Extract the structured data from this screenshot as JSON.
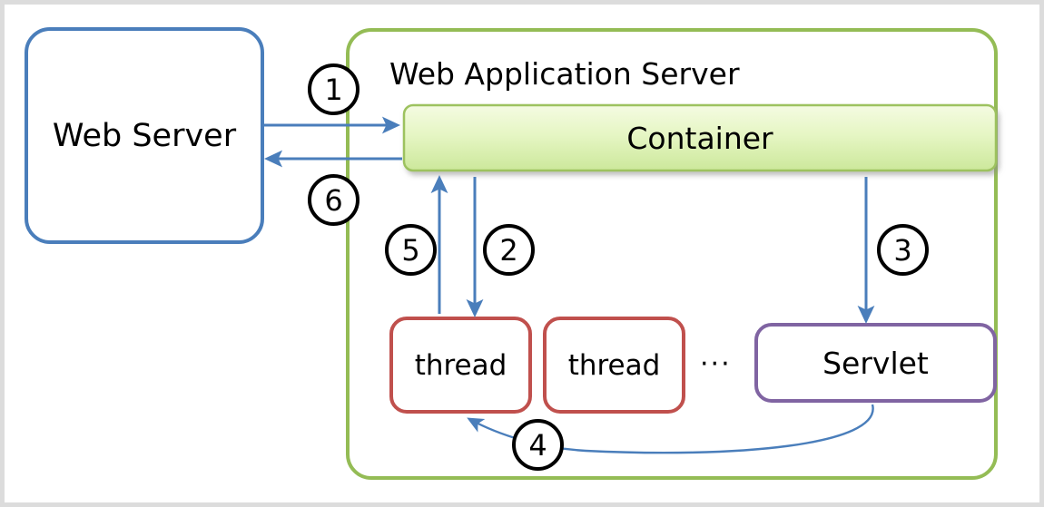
{
  "diagram": {
    "title_text": "Web Application Server",
    "nodes": {
      "web_server": {
        "label": "Web Server",
        "border_color": "#4A7EBB"
      },
      "container": {
        "label": "Container",
        "border_color": "#94BC55",
        "fill_top": "#F2FADD",
        "fill_bottom": "#CBE89A"
      },
      "thread_1": {
        "label": "thread",
        "border_color": "#C0504D"
      },
      "thread_2": {
        "label": "thread",
        "border_color": "#C0504D"
      },
      "ellipsis": {
        "label": "···"
      },
      "servlet": {
        "label": "Servlet",
        "border_color": "#8064A2"
      }
    },
    "boundary": {
      "name": "Web Application Server",
      "border_color": "#94BC55"
    },
    "arrows": [
      {
        "id": "1",
        "label": "1",
        "from": "web-server",
        "to": "container",
        "direction": "right",
        "color": "#4A7EBB"
      },
      {
        "id": "2",
        "label": "2",
        "from": "container",
        "to": "thread",
        "direction": "down",
        "color": "#4A7EBB"
      },
      {
        "id": "3",
        "label": "3",
        "from": "container",
        "to": "servlet",
        "direction": "down",
        "color": "#4A7EBB"
      },
      {
        "id": "4",
        "label": "4",
        "from": "servlet",
        "to": "thread",
        "direction": "curve-left",
        "color": "#4A7EBB"
      },
      {
        "id": "5",
        "label": "5",
        "from": "thread",
        "to": "container",
        "direction": "up",
        "color": "#4A7EBB"
      },
      {
        "id": "6",
        "label": "6",
        "from": "container",
        "to": "web-server",
        "direction": "left",
        "color": "#4A7EBB"
      }
    ],
    "frame_color": "#DCDCDC",
    "background_color": "#FFFFFF"
  }
}
